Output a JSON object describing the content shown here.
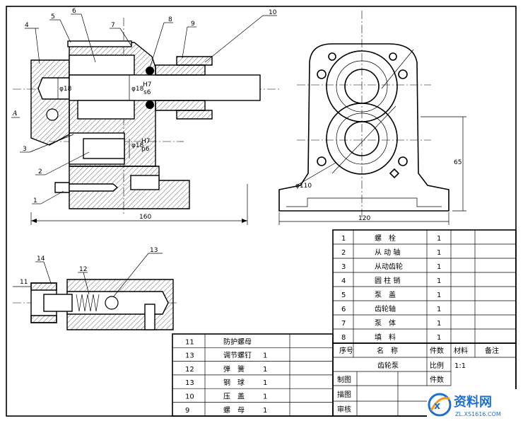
{
  "drawing": {
    "leaders": [
      "1",
      "2",
      "3",
      "4",
      "5",
      "6",
      "7",
      "8",
      "9",
      "10",
      "11",
      "12",
      "13",
      "14"
    ],
    "section_mark": "A",
    "dims": {
      "d18_h7_top": "φ18",
      "fit_h7_s6_a": "H7",
      "fit_h7_s6_b": "s6",
      "d18_top_left": "φ18",
      "d18_lower": "φ18",
      "fit_h7_p6_a": "H7",
      "fit_h7_p6_b": "p6",
      "len_160": "160",
      "len_120": "120",
      "h_65": "65",
      "d110": "φ110"
    }
  },
  "parts_table": {
    "rows": [
      {
        "no": "1",
        "name": "螺　栓",
        "qty": "1"
      },
      {
        "no": "2",
        "name": "从 动 轴",
        "qty": "1"
      },
      {
        "no": "3",
        "name": "从动齿轮",
        "qty": "1"
      },
      {
        "no": "4",
        "name": "圆 柱 销",
        "qty": "1"
      },
      {
        "no": "5",
        "name": "泵　盖",
        "qty": "1"
      },
      {
        "no": "6",
        "name": "齿轮轴",
        "qty": "1"
      },
      {
        "no": "7",
        "name": "泵　体",
        "qty": "1"
      },
      {
        "no": "8",
        "name": "填　料",
        "qty": "1"
      }
    ],
    "header": {
      "no": "序号",
      "name": "名　称",
      "qty": "件数",
      "material": "材料",
      "note": "备注"
    }
  },
  "title_block": {
    "title": "齿轮泵",
    "scale_label": "比例",
    "scale_value": "1:1",
    "count_label": "件数",
    "drawn": "制图",
    "traced": "描图",
    "checked": "审核"
  },
  "lower_table": {
    "rows": [
      {
        "no": "11",
        "name": "防护螺母",
        "qty": ""
      },
      {
        "no": "13",
        "name": "调节螺钉",
        "qty": "1"
      },
      {
        "no": "12",
        "name": "弹　簧",
        "qty": "1"
      },
      {
        "no": "13",
        "name": "钢　球",
        "qty": "1"
      },
      {
        "no": "10",
        "name": "压　盖",
        "qty": "1"
      },
      {
        "no": "9",
        "name": "螺　母",
        "qty": "1"
      }
    ]
  },
  "watermark": {
    "brand": "资料网",
    "url": "ZL.XS1616.COM"
  }
}
